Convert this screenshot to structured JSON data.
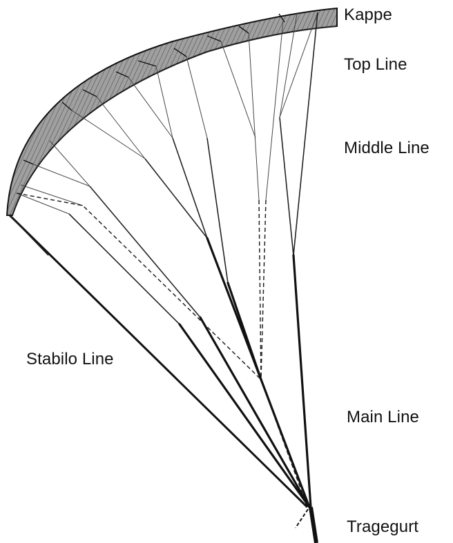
{
  "labels": {
    "kappe": "Kappe",
    "top_line": "Top Line",
    "middle_line": "Middle Line",
    "stabilo_line": "Stabilo Line",
    "main_line": "Main Line",
    "tragegurt": "Tragegurt"
  },
  "colors": {
    "line": "#111111",
    "canopy_fill": "#8f8f8f",
    "canopy_edge": "#111111"
  }
}
